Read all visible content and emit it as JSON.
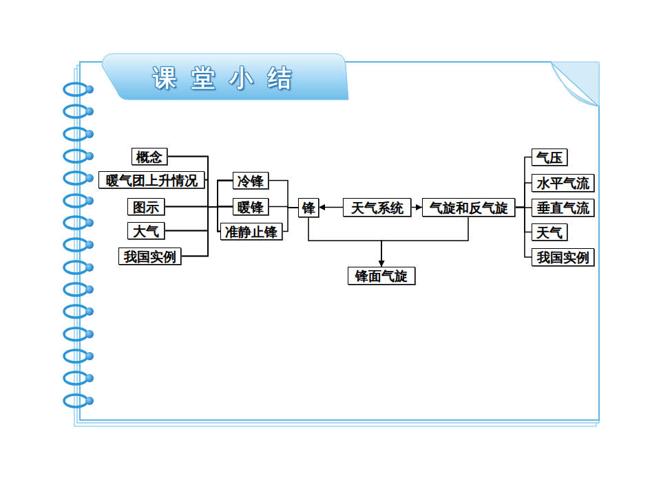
{
  "diagram": {
    "title": "课 堂 小 结",
    "nodes": [
      {
        "text": [
          "概念"
        ]
      },
      {
        "text": [
          "暖气团上升情况"
        ]
      },
      {
        "text": [
          "图示"
        ]
      },
      {
        "text": [
          "大气"
        ]
      },
      {
        "text": [
          "我国实例"
        ]
      },
      {
        "text": [
          "冷锋"
        ]
      },
      {
        "text": [
          "暖锋"
        ]
      },
      {
        "text": [
          "准静止锋"
        ]
      },
      {
        "text": [
          "锋"
        ]
      },
      {
        "text": [
          "天气系统"
        ]
      },
      {
        "text": [
          "气旋和反气旋"
        ]
      },
      {
        "text": [
          "气压"
        ]
      },
      {
        "text": [
          "水平气流"
        ]
      },
      {
        "text": [
          "垂直气流"
        ]
      },
      {
        "text": [
          "天气"
        ]
      },
      {
        "text": [
          "我国实例"
        ]
      },
      {
        "text": [
          "锋面气旋"
        ]
      }
    ],
    "edges": [
      {
        "from": 0,
        "to": 5,
        "arrow": "none"
      },
      {
        "from": 0,
        "to": 6,
        "arrow": "none"
      },
      {
        "from": 0,
        "to": 7,
        "arrow": "none"
      },
      {
        "from": 1,
        "to": 5,
        "arrow": "none"
      },
      {
        "from": 1,
        "to": 6,
        "arrow": "none"
      },
      {
        "from": 1,
        "to": 7,
        "arrow": "none"
      },
      {
        "from": 2,
        "to": 5,
        "arrow": "none"
      },
      {
        "from": 2,
        "to": 6,
        "arrow": "none"
      },
      {
        "from": 2,
        "to": 7,
        "arrow": "none"
      },
      {
        "from": 3,
        "to": 5,
        "arrow": "none"
      },
      {
        "from": 3,
        "to": 6,
        "arrow": "none"
      },
      {
        "from": 3,
        "to": 7,
        "arrow": "none"
      },
      {
        "from": 4,
        "to": 5,
        "arrow": "none"
      },
      {
        "from": 4,
        "to": 6,
        "arrow": "none"
      },
      {
        "from": 4,
        "to": 7,
        "arrow": "none"
      },
      {
        "from": 5,
        "to": 8,
        "arrow": "none"
      },
      {
        "from": 6,
        "to": 8,
        "arrow": "none"
      },
      {
        "from": 7,
        "to": 8,
        "arrow": "none"
      },
      {
        "from": 9,
        "to": 8,
        "arrow": "to"
      },
      {
        "from": 9,
        "to": 10,
        "arrow": "to"
      },
      {
        "from": 8,
        "to": 16,
        "arrow": "to"
      },
      {
        "from": 10,
        "to": 16,
        "arrow": "to"
      },
      {
        "from": 10,
        "to": 11,
        "arrow": "none"
      },
      {
        "from": 10,
        "to": 12,
        "arrow": "none"
      },
      {
        "from": 10,
        "to": 13,
        "arrow": "none"
      },
      {
        "from": 10,
        "to": 14,
        "arrow": "none"
      },
      {
        "from": 10,
        "to": 15,
        "arrow": "none"
      }
    ]
  }
}
